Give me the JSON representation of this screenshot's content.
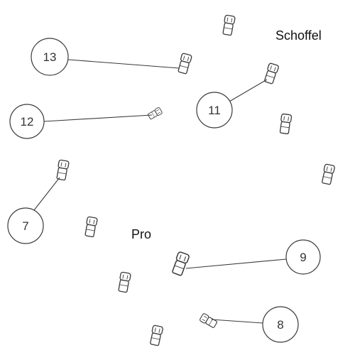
{
  "labels": {
    "schoffel": "Schoffel",
    "pro": "Pro"
  },
  "callouts": [
    {
      "id": "c13",
      "number": "13"
    },
    {
      "id": "c12",
      "number": "12"
    },
    {
      "id": "c11",
      "number": "11"
    },
    {
      "id": "c7",
      "number": "7"
    },
    {
      "id": "c9",
      "number": "9"
    },
    {
      "id": "c8",
      "number": "8"
    }
  ],
  "colors": {
    "line": "#3a3a3a",
    "circle_fill": "#ffffff",
    "text": "#333333"
  }
}
